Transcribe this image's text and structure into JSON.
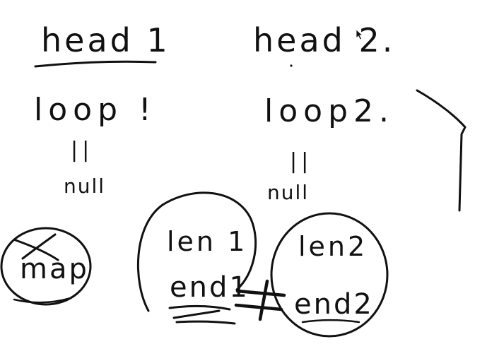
{
  "canvas": {
    "background": "#ffffff",
    "ink_color": "#111111"
  },
  "notes": {
    "head1": "head 1",
    "head2": "head 2.",
    "loop1": "loop !",
    "loop2": "loop2.",
    "eq1": "||",
    "eq2": "||",
    "null1": "null",
    "null2": "null",
    "map": "map",
    "len1": "len 1",
    "end1": "end1",
    "len2": "len2",
    "end2": "end2"
  },
  "icons": {
    "cursor": "mouse-pointer-icon"
  }
}
